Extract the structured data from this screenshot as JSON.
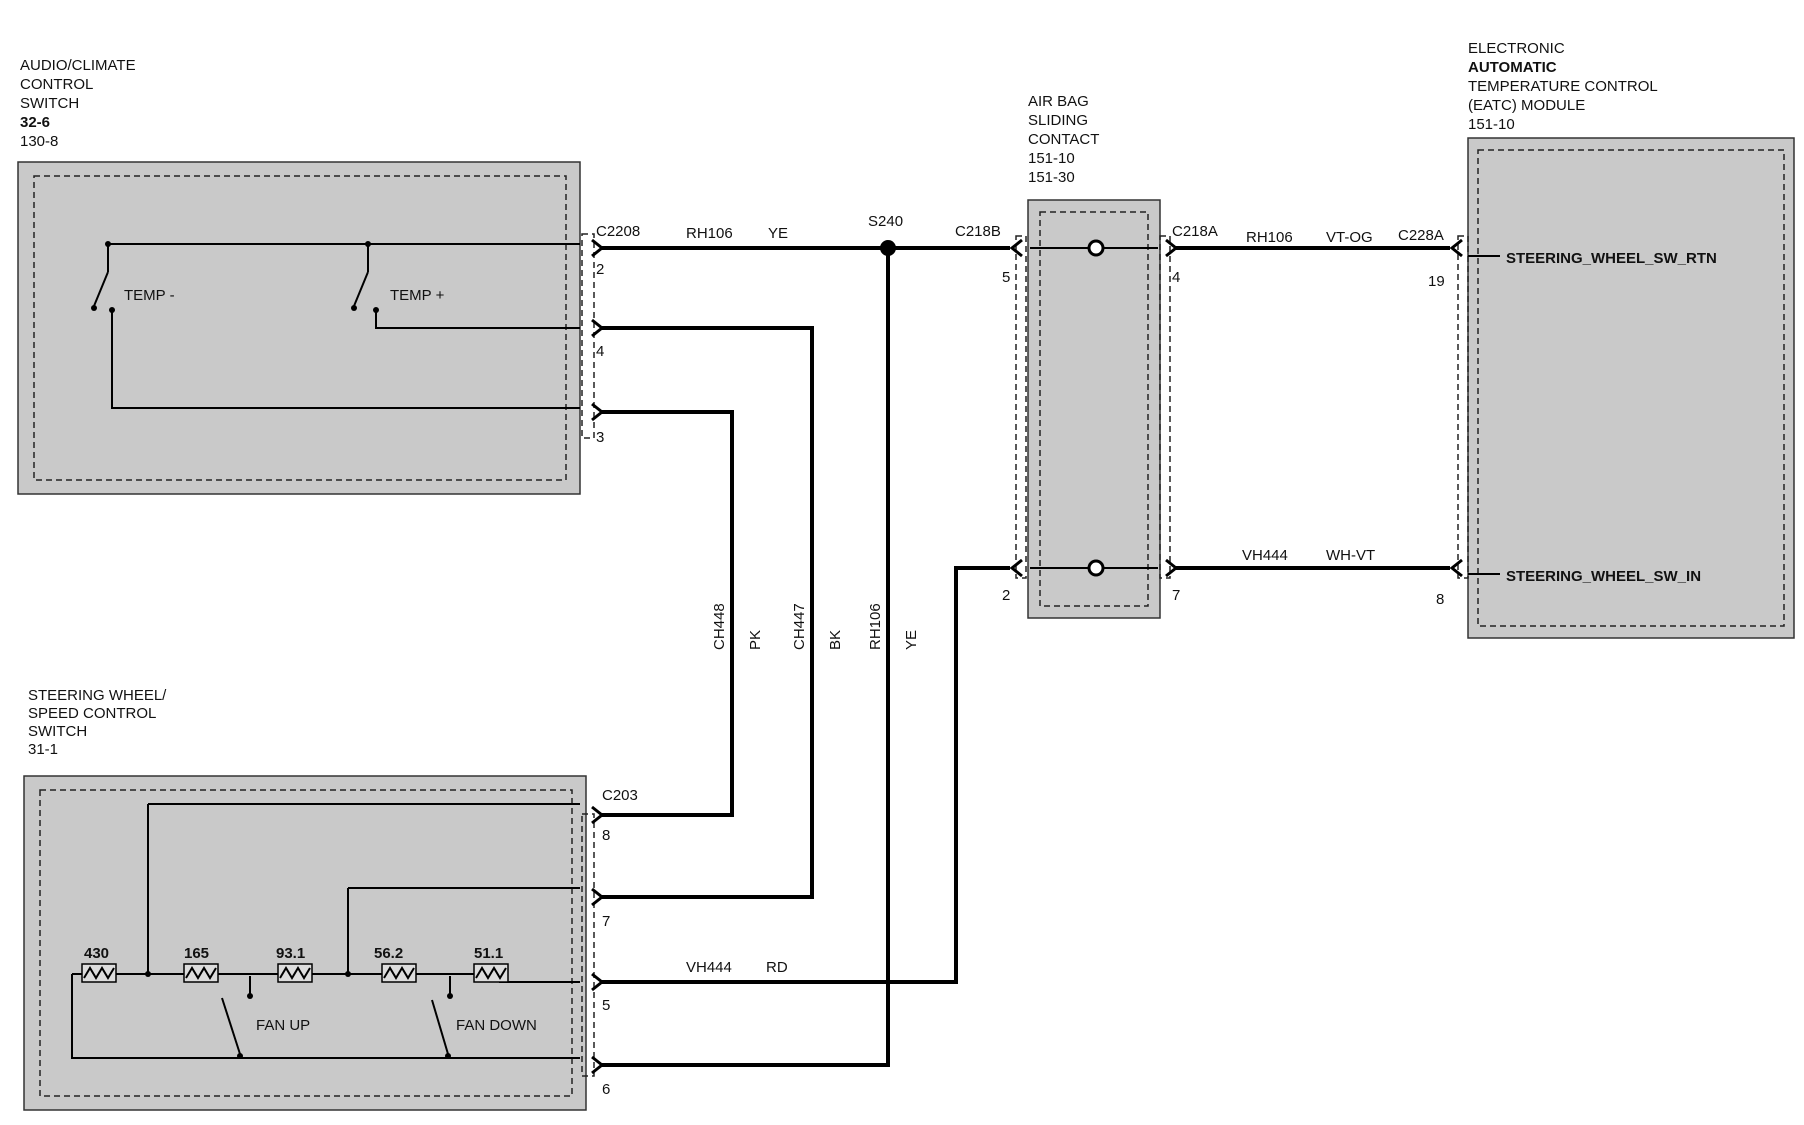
{
  "components": {
    "audio_climate": {
      "lines": [
        "AUDIO/CLIMATE",
        "CONTROL",
        "SWITCH",
        "32-6",
        "130-8"
      ]
    },
    "steering_speed": {
      "lines": [
        "STEERING WHEEL/",
        "SPEED CONTROL",
        "SWITCH",
        "31-1"
      ]
    },
    "airbag": {
      "lines": [
        "AIR BAG",
        "SLIDING",
        "CONTACT",
        "151-10",
        "151-30"
      ]
    },
    "eatc": {
      "lines": [
        "ELECTRONIC",
        "AUTOMATIC",
        "TEMPERATURE CONTROL",
        "(EATC) MODULE",
        "151-10"
      ]
    }
  },
  "connectors": {
    "c2208": "C2208",
    "c218b": "C218B",
    "c218a": "C218A",
    "c228a": "C228A",
    "c203": "C203",
    "s240": "S240"
  },
  "wires": {
    "top_circuit": "RH106",
    "top_color": "YE",
    "right_top_circuit": "RH106",
    "right_top_color": "VT-OG",
    "right_bottom_circuit": "VH444",
    "right_bottom_color": "WH-VT",
    "bottom_circuit": "VH444",
    "bottom_color": "RD",
    "v_ch448": "CH448",
    "v_pk": "PK",
    "v_ch447": "CH447",
    "v_bk": "BK",
    "v_rh106": "RH106",
    "v_ye": "YE"
  },
  "pins": {
    "audio_2": "2",
    "audio_4": "4",
    "audio_3": "3",
    "airbag_left_5": "5",
    "airbag_left_2": "2",
    "airbag_right_4": "4",
    "airbag_right_7": "7",
    "eatc_19": "19",
    "eatc_8": "8",
    "steer_8": "8",
    "steer_7": "7",
    "steer_5": "5",
    "steer_6": "6"
  },
  "signals": {
    "rtn": "STEERING_WHEEL_SW_RTN",
    "in": "STEERING_WHEEL_SW_IN"
  },
  "switches": {
    "temp_minus": "TEMP -",
    "temp_plus": "TEMP +",
    "fan_up": "FAN UP",
    "fan_down": "FAN DOWN"
  },
  "resistors": [
    "430",
    "165",
    "93.1",
    "56.2",
    "51.1"
  ]
}
